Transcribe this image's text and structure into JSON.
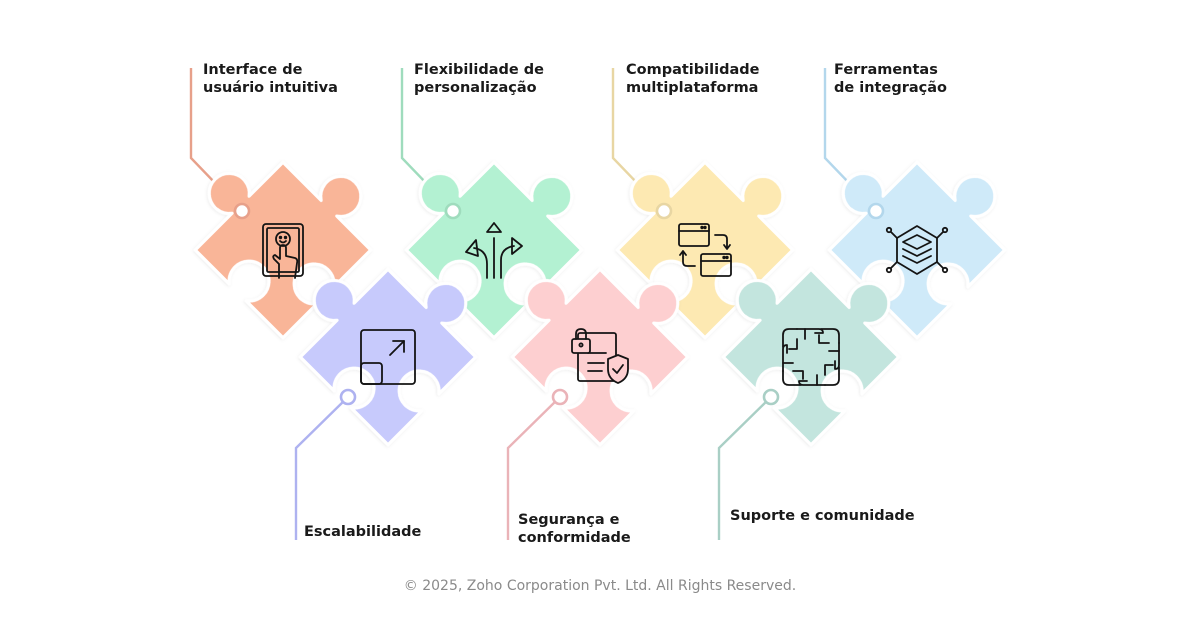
{
  "features": [
    {
      "id": "interface",
      "lines": [
        "Interface de",
        "usuário intuitiva"
      ],
      "color": "#f9b598",
      "connector_color": "#e7a08a",
      "icon": "touch-screen-icon"
    },
    {
      "id": "escalabilidade",
      "lines": [
        "Escalabilidade"
      ],
      "color": "#c7cafc",
      "connector_color": "#aeb2f0",
      "icon": "scale-resize-icon"
    },
    {
      "id": "flexibilidade",
      "lines": [
        "Flexibilidade de",
        "personalização"
      ],
      "color": "#b3f1d2",
      "connector_color": "#9fdcbd",
      "icon": "branching-arrows-icon"
    },
    {
      "id": "seguranca",
      "lines": [
        "Segurança e",
        "conformidade"
      ],
      "color": "#fdcfd0",
      "connector_color": "#eab3b8",
      "icon": "lock-shield-document-icon"
    },
    {
      "id": "compatibilidade",
      "lines": [
        "Compatibilidade",
        "multiplataforma"
      ],
      "color": "#fde9b2",
      "connector_color": "#e8d6a3",
      "icon": "sync-windows-icon"
    },
    {
      "id": "suporte",
      "lines": [
        "Suporte e comunidade"
      ],
      "color": "#c3e5de",
      "connector_color": "#a9cfc5",
      "icon": "joined-hands-icon"
    },
    {
      "id": "integracao",
      "lines": [
        "Ferramentas",
        "de integração"
      ],
      "color": "#cfeaf9",
      "connector_color": "#b3d7ec",
      "icon": "layers-stack-icon"
    }
  ],
  "footer": "© 2025, Zoho Corporation Pvt. Ltd. All Rights Reserved."
}
